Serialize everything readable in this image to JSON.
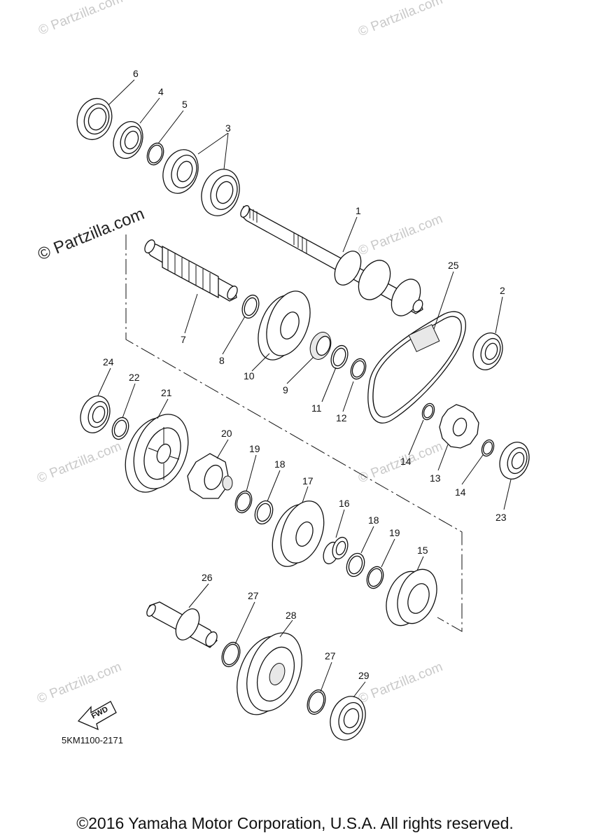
{
  "diagram": {
    "watermark_main": "© Partzilla.com",
    "watermark_small": "© Partzilla.com",
    "drawing_code": "5KM1100-2171",
    "fwd_label": "FWD",
    "copyright": "©2016 Yamaha Motor Corporation, U.S.A. All rights reserved.",
    "callouts": [
      "1",
      "2",
      "3",
      "4",
      "5",
      "6",
      "7",
      "8",
      "9",
      "10",
      "11",
      "12",
      "13",
      "14",
      "14",
      "15",
      "16",
      "17",
      "18",
      "18",
      "19",
      "19",
      "20",
      "21",
      "22",
      "23",
      "24",
      "25",
      "26",
      "27",
      "27",
      "28",
      "29"
    ],
    "parts": [
      {
        "ref": "1",
        "kind": "shaft"
      },
      {
        "ref": "2",
        "kind": "bearing"
      },
      {
        "ref": "3",
        "kind": "bearing"
      },
      {
        "ref": "4",
        "kind": "bearing"
      },
      {
        "ref": "5",
        "kind": "o-ring"
      },
      {
        "ref": "6",
        "kind": "oil-seal"
      },
      {
        "ref": "7",
        "kind": "shaft"
      },
      {
        "ref": "8",
        "kind": "washer"
      },
      {
        "ref": "9",
        "kind": "needle-bearing"
      },
      {
        "ref": "10",
        "kind": "gear"
      },
      {
        "ref": "11",
        "kind": "washer"
      },
      {
        "ref": "12",
        "kind": "circlip"
      },
      {
        "ref": "13",
        "kind": "sprocket"
      },
      {
        "ref": "14",
        "kind": "circlip"
      },
      {
        "ref": "15",
        "kind": "gear"
      },
      {
        "ref": "16",
        "kind": "collar"
      },
      {
        "ref": "17",
        "kind": "gear"
      },
      {
        "ref": "18",
        "kind": "washer"
      },
      {
        "ref": "19",
        "kind": "circlip"
      },
      {
        "ref": "20",
        "kind": "clutch-dog"
      },
      {
        "ref": "21",
        "kind": "gear"
      },
      {
        "ref": "22",
        "kind": "washer"
      },
      {
        "ref": "23",
        "kind": "bearing"
      },
      {
        "ref": "24",
        "kind": "bearing"
      },
      {
        "ref": "25",
        "kind": "chain"
      },
      {
        "ref": "26",
        "kind": "shaft"
      },
      {
        "ref": "27",
        "kind": "circlip"
      },
      {
        "ref": "28",
        "kind": "gear"
      },
      {
        "ref": "29",
        "kind": "bearing"
      }
    ]
  }
}
